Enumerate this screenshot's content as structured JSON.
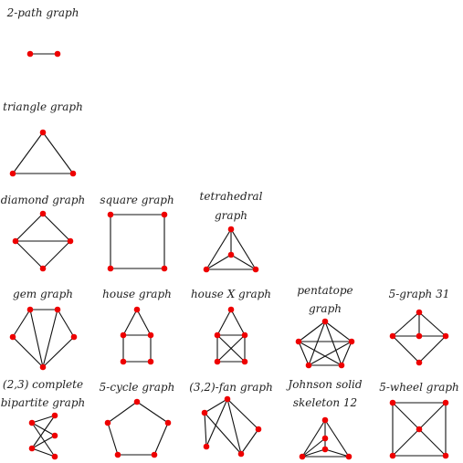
{
  "vertex_color": "#ee0000",
  "edge_color": "#111111",
  "graphs": [
    {
      "id": "path2",
      "label_lines": [
        "2-path graph"
      ],
      "edges": [
        [
          0,
          1
        ]
      ]
    },
    {
      "id": "triangle",
      "label_lines": [
        "triangle graph"
      ],
      "edges": [
        [
          0,
          1
        ],
        [
          1,
          2
        ],
        [
          2,
          0
        ]
      ]
    },
    {
      "id": "diamond",
      "label_lines": [
        "diamond graph"
      ],
      "edges": [
        [
          0,
          1
        ],
        [
          1,
          2
        ],
        [
          2,
          3
        ],
        [
          3,
          0
        ],
        [
          1,
          3
        ]
      ]
    },
    {
      "id": "square",
      "label_lines": [
        "square graph"
      ],
      "edges": [
        [
          0,
          1
        ],
        [
          1,
          2
        ],
        [
          2,
          3
        ],
        [
          3,
          0
        ]
      ]
    },
    {
      "id": "tetrahedral",
      "label_lines": [
        "tetrahedral",
        "graph"
      ],
      "edges": [
        [
          0,
          1
        ],
        [
          0,
          2
        ],
        [
          0,
          3
        ],
        [
          1,
          2
        ],
        [
          1,
          3
        ],
        [
          2,
          3
        ]
      ]
    },
    {
      "id": "gem",
      "label_lines": [
        "gem graph"
      ],
      "edges": [
        [
          0,
          1
        ],
        [
          1,
          2
        ],
        [
          2,
          3
        ],
        [
          0,
          4
        ],
        [
          1,
          4
        ],
        [
          2,
          4
        ],
        [
          3,
          4
        ]
      ]
    },
    {
      "id": "house",
      "label_lines": [
        "house graph"
      ],
      "edges": [
        [
          0,
          1
        ],
        [
          0,
          2
        ],
        [
          1,
          2
        ],
        [
          1,
          3
        ],
        [
          2,
          4
        ],
        [
          3,
          4
        ]
      ]
    },
    {
      "id": "housex",
      "label_lines": [
        "house X graph"
      ],
      "edges": [
        [
          0,
          1
        ],
        [
          0,
          2
        ],
        [
          1,
          2
        ],
        [
          1,
          3
        ],
        [
          2,
          4
        ],
        [
          3,
          4
        ],
        [
          1,
          4
        ],
        [
          2,
          3
        ]
      ]
    },
    {
      "id": "pentatope",
      "label_lines": [
        "pentatope",
        "graph"
      ],
      "edges": [
        [
          0,
          1
        ],
        [
          0,
          2
        ],
        [
          0,
          3
        ],
        [
          0,
          4
        ],
        [
          1,
          2
        ],
        [
          1,
          3
        ],
        [
          1,
          4
        ],
        [
          2,
          3
        ],
        [
          2,
          4
        ],
        [
          3,
          4
        ]
      ]
    },
    {
      "id": "fivegraph31",
      "label_lines": [
        "5-graph 31"
      ],
      "edges": [
        [
          0,
          1
        ],
        [
          0,
          2
        ],
        [
          0,
          3
        ],
        [
          1,
          3
        ],
        [
          1,
          4
        ],
        [
          2,
          3
        ],
        [
          3,
          4
        ]
      ]
    },
    {
      "id": "k23",
      "label_lines": [
        "(2,3) complete",
        "bipartite graph"
      ],
      "edges": [
        [
          0,
          2
        ],
        [
          0,
          3
        ],
        [
          0,
          4
        ],
        [
          1,
          2
        ],
        [
          1,
          3
        ],
        [
          1,
          4
        ]
      ]
    },
    {
      "id": "cycle5",
      "label_lines": [
        "5-cycle graph"
      ],
      "edges": [
        [
          0,
          1
        ],
        [
          1,
          2
        ],
        [
          2,
          3
        ],
        [
          3,
          4
        ],
        [
          4,
          0
        ]
      ]
    },
    {
      "id": "fan32",
      "label_lines": [
        "(3,2)-fan graph"
      ],
      "edges": [
        [
          0,
          1
        ],
        [
          1,
          2
        ],
        [
          0,
          3
        ],
        [
          0,
          4
        ],
        [
          1,
          3
        ],
        [
          1,
          4
        ],
        [
          2,
          3
        ]
      ]
    },
    {
      "id": "johnson12",
      "label_lines": [
        "Johnson solid",
        "skeleton 12"
      ],
      "edges": [
        [
          0,
          1
        ],
        [
          0,
          2
        ],
        [
          0,
          3
        ],
        [
          1,
          2
        ],
        [
          1,
          3
        ],
        [
          2,
          4
        ],
        [
          3,
          4
        ],
        [
          1,
          4
        ]
      ]
    },
    {
      "id": "wheel5",
      "label_lines": [
        "5-wheel graph"
      ],
      "edges": [
        [
          0,
          1
        ],
        [
          1,
          3
        ],
        [
          3,
          2
        ],
        [
          2,
          0
        ],
        [
          0,
          4
        ],
        [
          1,
          4
        ],
        [
          2,
          4
        ],
        [
          3,
          4
        ]
      ]
    }
  ]
}
